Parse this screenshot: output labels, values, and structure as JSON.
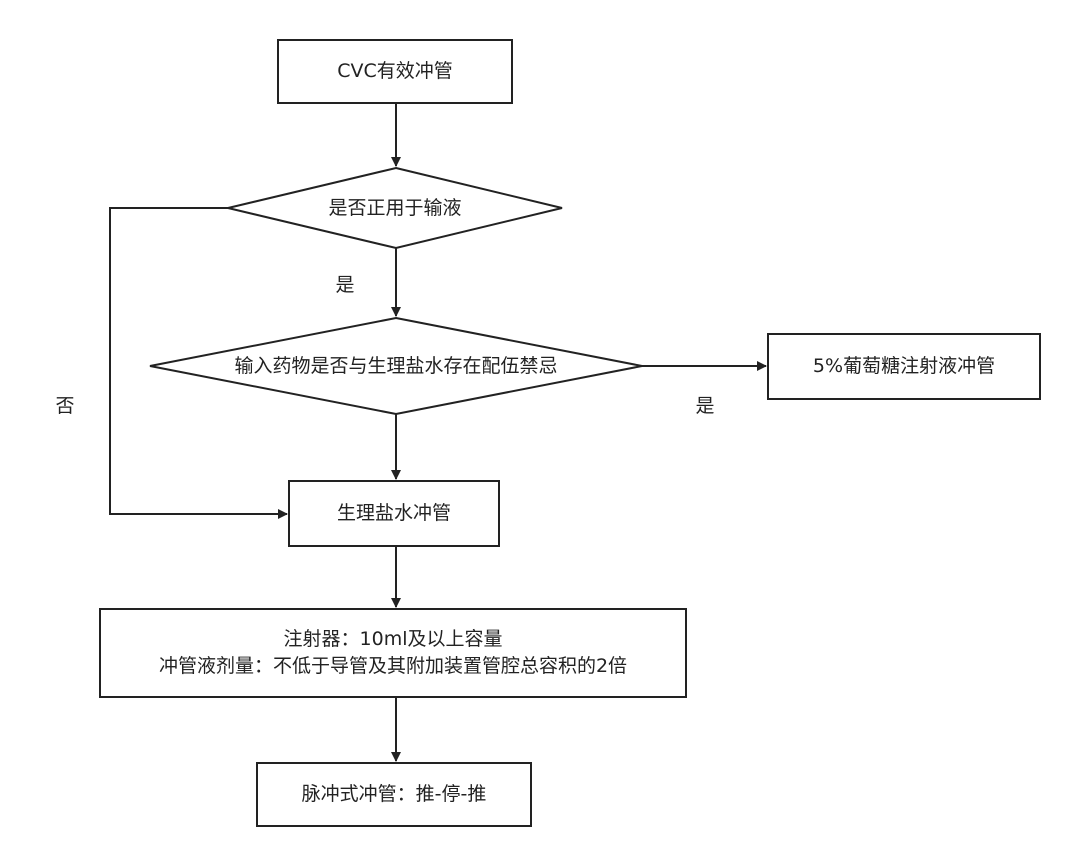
{
  "nodes": {
    "start": "CVC有效冲管",
    "q_infusion": "是否正用于输液",
    "q_incompat": "输入药物是否与生理盐水存在配伍禁忌",
    "glucose": "5%葡萄糖注射液冲管",
    "saline": "生理盐水冲管",
    "syringe_line1": "注射器：10ml及以上容量",
    "syringe_line2": "冲管液剂量：不低于导管及其附加装置管腔总容积的2倍",
    "pulse": "脉冲式冲管：推-停-推"
  },
  "edges": {
    "yes_infusion": "是",
    "no_infusion": "否",
    "yes_incompat": "是"
  },
  "colors": {
    "stroke": "#222222",
    "text": "#222222",
    "background": "#ffffff"
  }
}
